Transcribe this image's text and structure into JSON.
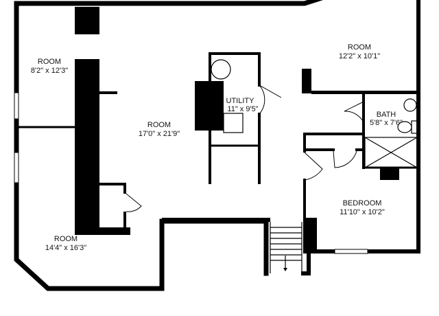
{
  "rooms": [
    {
      "name": "ROOM",
      "dims": "8'2\" x 12'3\""
    },
    {
      "name": "ROOM",
      "dims": "17'0\" x 21'9\""
    },
    {
      "name": "UTILITY",
      "dims": "11\" x 9'5\""
    },
    {
      "name": "ROOM",
      "dims": "12'2\" x 10'1\""
    },
    {
      "name": "BATH",
      "dims": "5'8\" x 7'6\""
    },
    {
      "name": "BEDROOM",
      "dims": "11'10\" x 10'2\""
    },
    {
      "name": "ROOM",
      "dims": "14'4\" x 16'3\""
    }
  ]
}
